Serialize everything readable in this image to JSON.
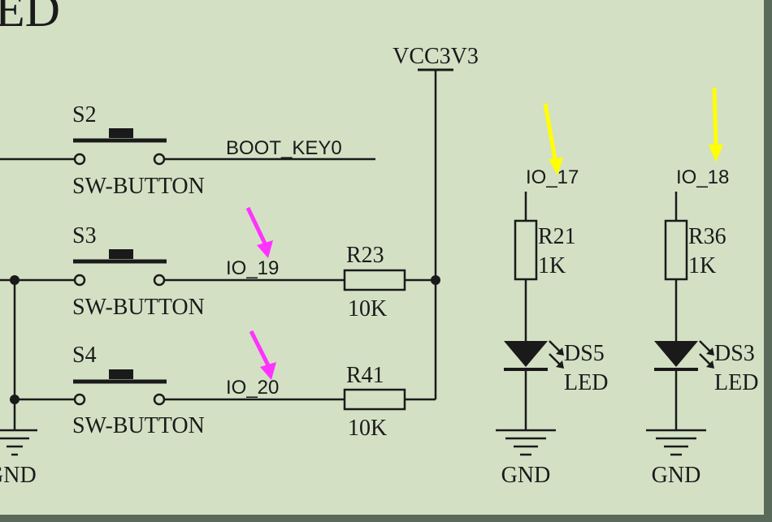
{
  "colors": {
    "background": "#d3e0c4",
    "border": "#5a6a5a",
    "wire": "#1a1a1a",
    "arrow_magenta": "#ff33ff",
    "arrow_yellow": "#ffff00"
  },
  "title_fragment": "ED",
  "power": {
    "label": "VCC3V3"
  },
  "switches": [
    {
      "ref": "S2",
      "type": "SW-BUTTON",
      "net": "BOOT_KEY0"
    },
    {
      "ref": "S3",
      "type": "SW-BUTTON",
      "net": "IO_19"
    },
    {
      "ref": "S4",
      "type": "SW-BUTTON",
      "net": "IO_20"
    }
  ],
  "pullups": [
    {
      "ref": "R23",
      "value": "10K"
    },
    {
      "ref": "R41",
      "value": "10K"
    }
  ],
  "led_circuits": [
    {
      "net": "IO_17",
      "resistor_ref": "R21",
      "resistor_value": "1K",
      "led_ref": "DS5",
      "led_label": "LED",
      "ground": "GND"
    },
    {
      "net": "IO_18",
      "resistor_ref": "R36",
      "resistor_value": "1K",
      "led_ref": "DS3",
      "led_label": "LED",
      "ground": "GND"
    }
  ],
  "left_ground": "GND"
}
